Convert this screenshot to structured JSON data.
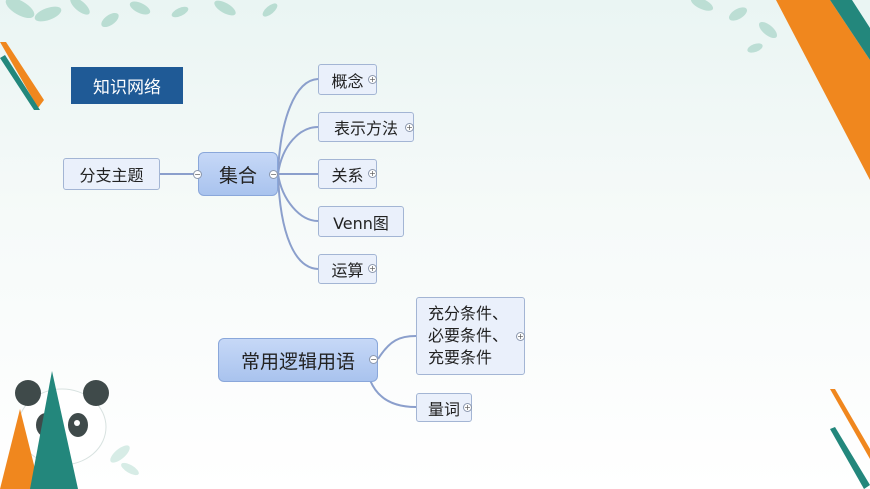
{
  "title": "知识网络",
  "branch_topic": "分支主题",
  "set_topic": {
    "label": "集合",
    "children": [
      "概念",
      "表示方法",
      "关系",
      "Venn图",
      "运算"
    ]
  },
  "logic_topic": {
    "label": "常用逻辑用语",
    "condition_lines": [
      "充分条件、",
      "必要条件、",
      "充要条件"
    ],
    "quantifier": "量词"
  },
  "colors": {
    "title_bg": "#1f5a96",
    "connector": "#8b9fcc",
    "accent_orange": "#f0871e",
    "accent_teal": "#23877c"
  }
}
